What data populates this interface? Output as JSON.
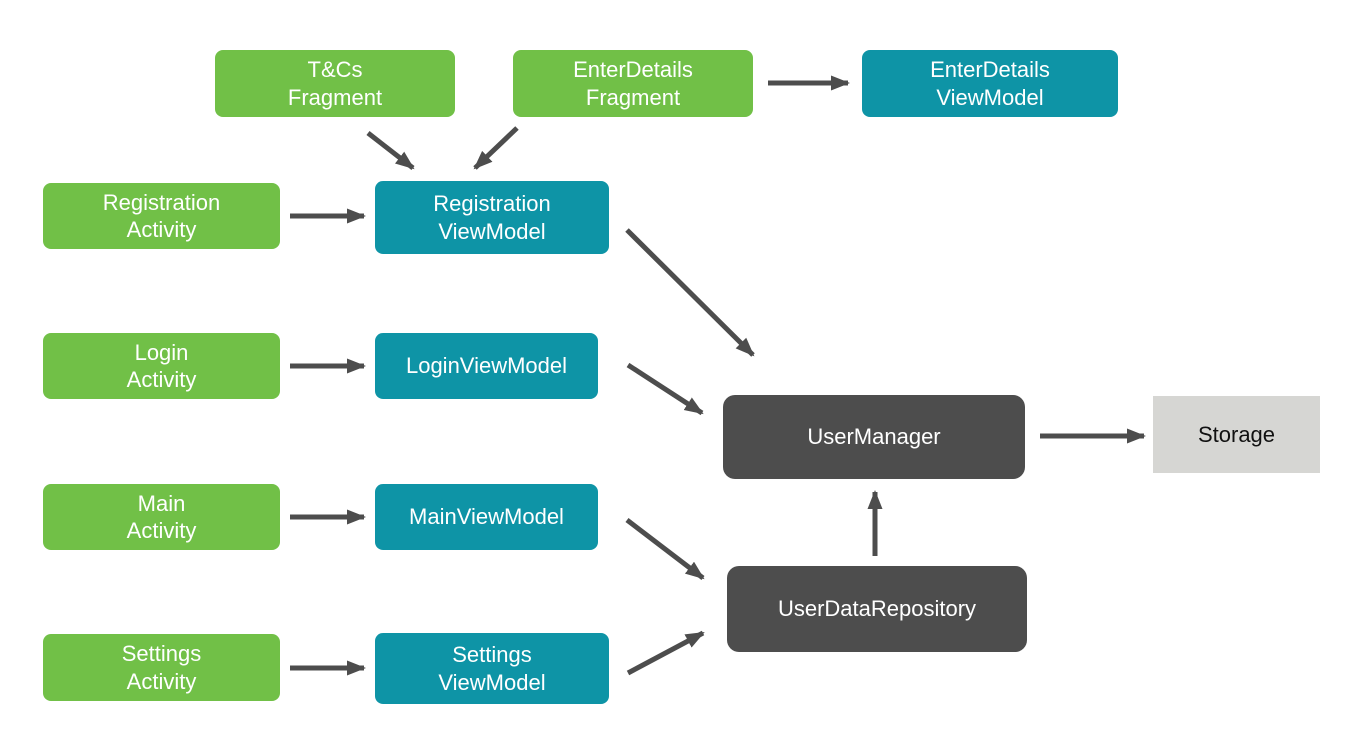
{
  "diagram": {
    "type": "architecture-flow-diagram",
    "colors": {
      "activity_fragment_green": "#71C047",
      "viewmodel_teal": "#0E94A6",
      "manager_repository_dark": "#4D4D4D",
      "storage_gray": "#D6D6D3",
      "arrow": "#4D4D4D",
      "label_light": "#FFFFFF",
      "label_dark": "#111111",
      "background": "#FFFFFF"
    },
    "nodes": {
      "tcs_fragment": {
        "label": "T&Cs\nFragment",
        "type": "fragment"
      },
      "enterdetails_fragment": {
        "label": "EnterDetails\nFragment",
        "type": "fragment"
      },
      "enterdetails_viewmodel": {
        "label": "EnterDetails\nViewModel",
        "type": "viewmodel"
      },
      "registration_activity": {
        "label": "Registration\nActivity",
        "type": "activity"
      },
      "registration_viewmodel": {
        "label": "Registration\nViewModel",
        "type": "viewmodel"
      },
      "login_activity": {
        "label": "Login\nActivity",
        "type": "activity"
      },
      "login_viewmodel": {
        "label": "LoginViewModel",
        "type": "viewmodel"
      },
      "main_activity": {
        "label": "Main\nActivity",
        "type": "activity"
      },
      "main_viewmodel": {
        "label": "MainViewModel",
        "type": "viewmodel"
      },
      "settings_activity": {
        "label": "Settings\nActivity",
        "type": "activity"
      },
      "settings_viewmodel": {
        "label": "Settings\nViewModel",
        "type": "viewmodel"
      },
      "user_manager": {
        "label": "UserManager",
        "type": "manager"
      },
      "user_data_repository": {
        "label": "UserDataRepository",
        "type": "repository"
      },
      "storage": {
        "label": "Storage",
        "type": "storage"
      }
    },
    "edges": [
      {
        "from": "registration_activity",
        "to": "registration_viewmodel"
      },
      {
        "from": "login_activity",
        "to": "login_viewmodel"
      },
      {
        "from": "main_activity",
        "to": "main_viewmodel"
      },
      {
        "from": "settings_activity",
        "to": "settings_viewmodel"
      },
      {
        "from": "enterdetails_fragment",
        "to": "enterdetails_viewmodel"
      },
      {
        "from": "tcs_fragment",
        "to": "registration_viewmodel"
      },
      {
        "from": "enterdetails_fragment",
        "to": "registration_viewmodel"
      },
      {
        "from": "registration_viewmodel",
        "to": "user_manager"
      },
      {
        "from": "login_viewmodel",
        "to": "user_manager"
      },
      {
        "from": "main_viewmodel",
        "to": "user_data_repository"
      },
      {
        "from": "settings_viewmodel",
        "to": "user_data_repository"
      },
      {
        "from": "user_data_repository",
        "to": "user_manager"
      },
      {
        "from": "user_manager",
        "to": "storage"
      }
    ]
  }
}
